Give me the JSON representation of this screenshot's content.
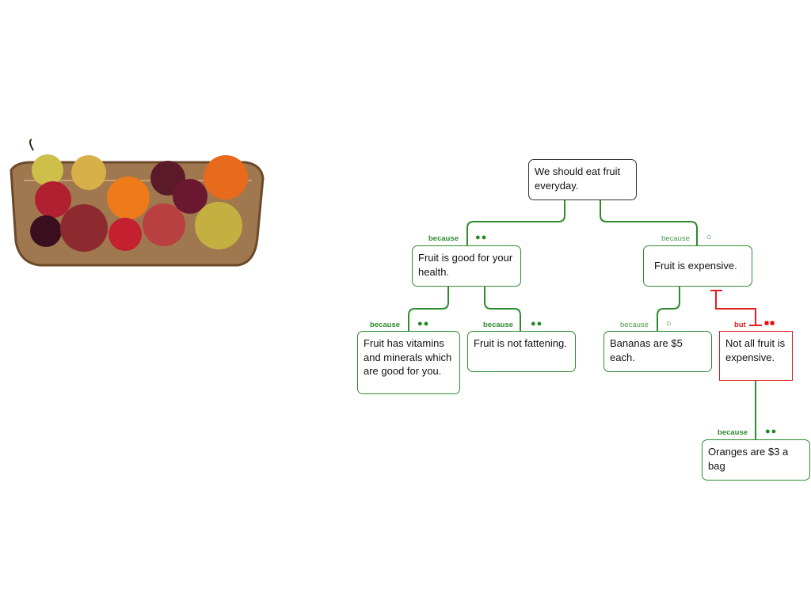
{
  "image": {
    "alt": "fruit-basket"
  },
  "colors": {
    "support": "#2e8b2e",
    "oppose": "#e02020",
    "root_border": "#333333",
    "tick": "#a8d8e8"
  },
  "nodes": {
    "root": {
      "text": "We should eat fruit everyday."
    },
    "health": {
      "text": "Fruit is good for your health.",
      "relation": "because",
      "marks": "●●"
    },
    "expensive": {
      "text": "Fruit is expensive.",
      "relation": "because",
      "marks": "○"
    },
    "vitamins": {
      "text": "Fruit has vitamins and minerals which are good for you.",
      "relation": "because",
      "marks": "●●"
    },
    "fattening": {
      "text": "Fruit is not fattening.",
      "relation": "because",
      "marks": "●●"
    },
    "bananas": {
      "text": "Bananas are $5 each.",
      "relation": "because",
      "marks": "○"
    },
    "notall": {
      "text": "Not all fruit is expensive.",
      "relation": "but",
      "marks": "■■"
    },
    "oranges": {
      "text": "Oranges are $3 a bag",
      "relation": "because",
      "marks": "●●"
    }
  }
}
